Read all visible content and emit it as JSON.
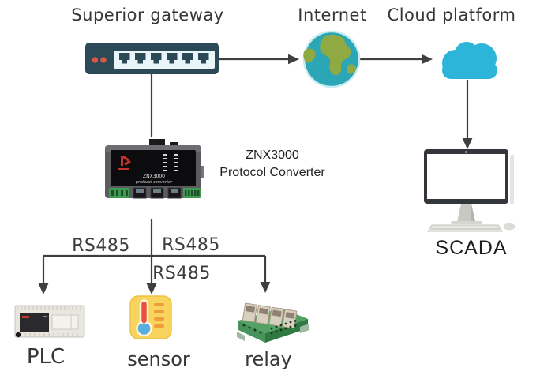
{
  "diagram": {
    "nodes": {
      "gateway": {
        "label": "Superior gateway"
      },
      "internet": {
        "label": "Internet"
      },
      "cloud": {
        "label": "Cloud platform"
      },
      "converter": {
        "name": "ZNX3000",
        "type": "Protocol Converter",
        "panel_model": "ZNX3000",
        "panel_type": "protocol converter"
      },
      "scada": {
        "label": "SCADA"
      },
      "plc": {
        "label": "PLC"
      },
      "sensor": {
        "label": "sensor"
      },
      "relay": {
        "label": "relay"
      }
    },
    "links": {
      "rs485_left": "RS485",
      "rs485_right": "RS485",
      "rs485_center": "RS485"
    },
    "colors": {
      "connector": "#3f3f3f",
      "switch_body": "#2b4956",
      "switch_led": "#d95743",
      "globe_ocean": "#2ba6b6",
      "globe_land": "#8fa943",
      "cloud": "#2cb5d8",
      "sensor_bg": "#f8d45c",
      "relay_green": "#4f9c60"
    }
  }
}
